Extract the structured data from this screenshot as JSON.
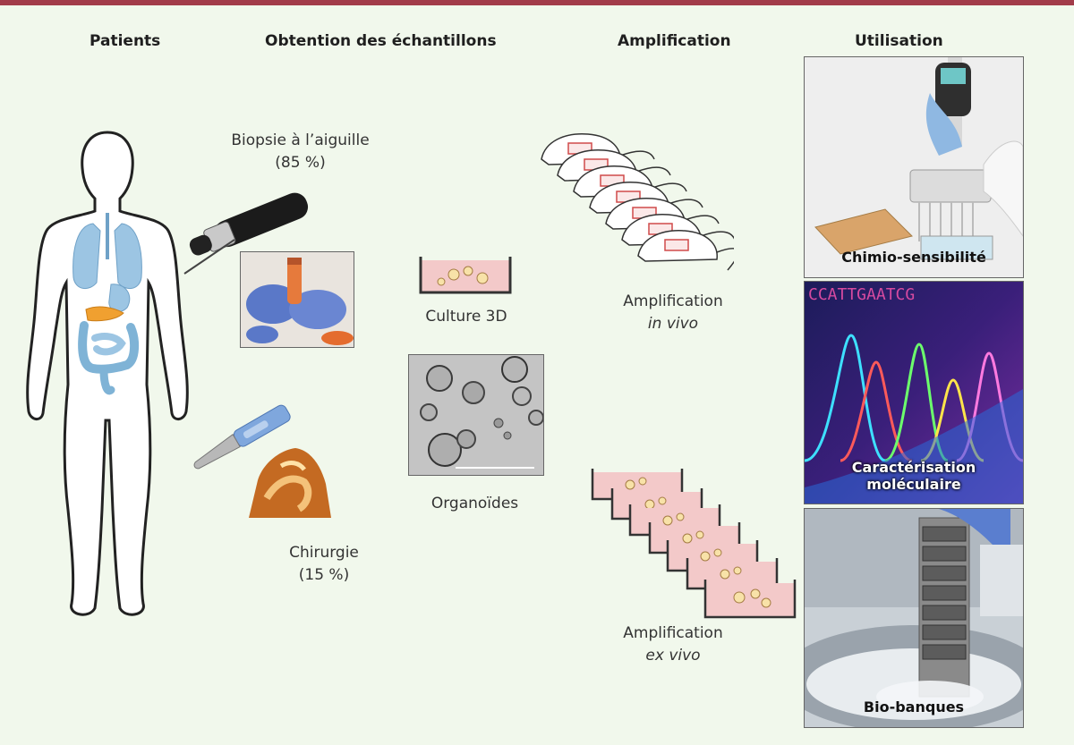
{
  "headers": {
    "patients": "Patients",
    "obtention": "Obtention des échantillons",
    "amplification": "Amplification",
    "utilisation": "Utilisation"
  },
  "labels": {
    "biopsie_line1": "Biopsie à l’aiguille",
    "biopsie_line2": "(85 %)",
    "chirurgie_line1": "Chirurgie",
    "chirurgie_line2": "(15 %)",
    "culture3d": "Culture 3D",
    "organoides": "Organoïdes",
    "invivo_line1": "Amplification",
    "invivo_line2": "in vivo",
    "exvivo_line1": "Amplification",
    "exvivo_line2": "ex vivo"
  },
  "uses": {
    "chimio": "Chimio-sensibilité",
    "caract_line1": "Caractérisation",
    "caract_line2": "moléculaire",
    "biobanques": "Bio-banques"
  },
  "colors": {
    "accent_bar": "#a23c4a",
    "background": "#f1f8ec",
    "dish_fill": "#f3c9c9",
    "organ_blue": "#7fb3d6",
    "pancreas_orange": "#f0a030"
  }
}
